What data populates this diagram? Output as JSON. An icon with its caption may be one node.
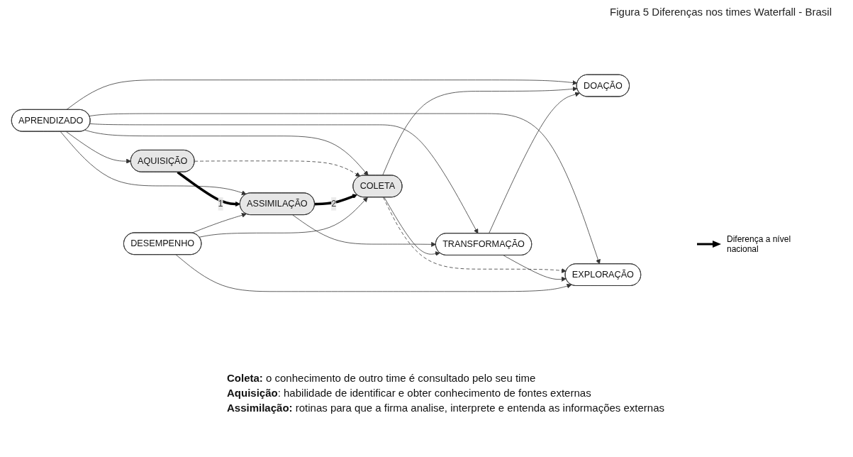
{
  "diagram": {
    "title": "Figura 5 Diferenças nos times Waterfall - Brasil",
    "nodes": [
      {
        "text": [
          "APRENDIZADO"
        ]
      },
      {
        "text": [
          "TRANSFORMAÇÃO"
        ]
      },
      {
        "text": [
          "AQUISIÇÃO"
        ]
      },
      {
        "text": [
          "COLETA"
        ]
      },
      {
        "text": [
          "DOAÇÃO"
        ]
      },
      {
        "text": [
          "ASSIMILAÇÃO"
        ]
      },
      {
        "text": [
          "EXPLORAÇÃO"
        ]
      },
      {
        "text": [
          "DESEMPENHO"
        ]
      }
    ],
    "edges": [
      {
        "from": 0,
        "to": 1,
        "arrow": "to"
      },
      {
        "from": 0,
        "to": 2,
        "arrow": "to"
      },
      {
        "from": 0,
        "to": 5,
        "arrow": "to"
      },
      {
        "from": 0,
        "to": 3,
        "arrow": "to"
      },
      {
        "from": 0,
        "to": 4,
        "arrow": "to"
      },
      {
        "from": 0,
        "to": 6,
        "arrow": "to"
      },
      {
        "from": 2,
        "to": 3,
        "arrow": "to",
        "style": "dashed"
      },
      {
        "from": 2,
        "to": 5,
        "arrow": "to",
        "label": "1",
        "style": "thick"
      },
      {
        "from": 5,
        "to": 3,
        "arrow": "to",
        "label": "2",
        "style": "thick"
      },
      {
        "from": 5,
        "to": 1,
        "arrow": "to"
      },
      {
        "from": 3,
        "to": 1,
        "arrow": "to"
      },
      {
        "from": 3,
        "to": 4,
        "arrow": "to"
      },
      {
        "from": 3,
        "to": 6,
        "arrow": "to",
        "style": "dashed"
      },
      {
        "from": 1,
        "to": 4,
        "arrow": "to"
      },
      {
        "from": 1,
        "to": 6,
        "arrow": "to"
      },
      {
        "from": 7,
        "to": 5,
        "arrow": "to"
      },
      {
        "from": 7,
        "to": 3,
        "arrow": "to"
      },
      {
        "from": 7,
        "to": 6,
        "arrow": "to"
      }
    ],
    "labels": [
      "**Coleta:** o conhecimento de outro time é consultado pelo seu time",
      "**Aquisição**: habilidade de identificar e obter conhecimento de fontes externas",
      "**Assimilação:** rotinas para que a firma analise, interprete e entenda as informações externas"
    ],
    "legend": [
      {
        "text": "Diferença a nível nacional"
      }
    ]
  }
}
